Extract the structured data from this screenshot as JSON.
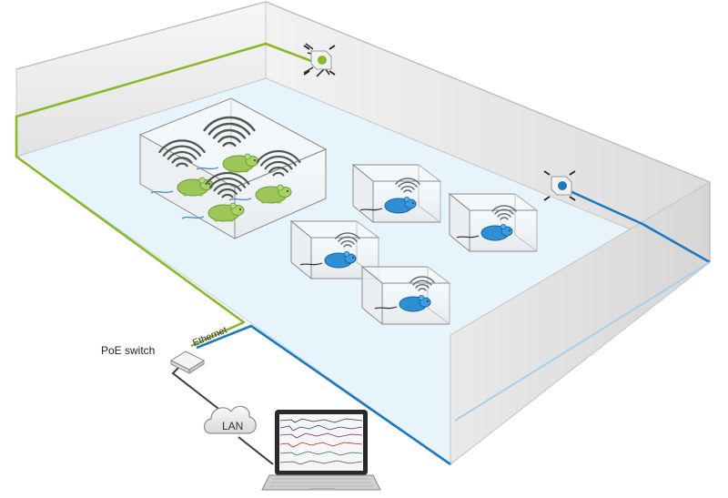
{
  "labels": {
    "poe_switch": "PoE switch",
    "ethernet": "Ethernet",
    "lan": "LAN"
  },
  "colors": {
    "green_cable": "#8ab82a",
    "blue_cable": "#1e78be",
    "green_mouse": "#9cc85a",
    "blue_mouse": "#2f8fd4",
    "floor": "#e8f4fb",
    "wall": "#e4e4e4"
  },
  "icons": {
    "receiver_green": "antenna-receiver-icon",
    "receiver_blue": "antenna-receiver-icon",
    "switch": "network-switch-icon",
    "lan": "cloud-icon",
    "laptop": "laptop-icon",
    "mouse": "mouse-icon"
  }
}
